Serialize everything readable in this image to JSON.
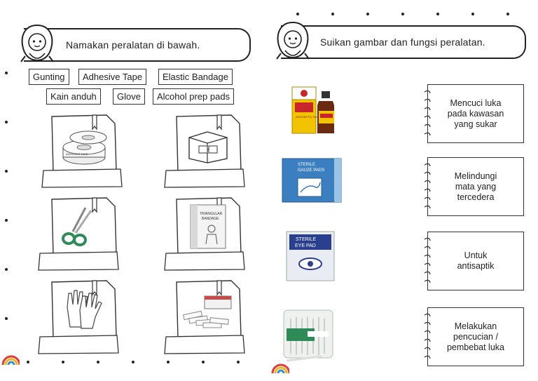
{
  "left": {
    "instruction": "Namakan peralatan di bawah.",
    "word_bank": [
      "Gunting",
      "Adhesive Tape",
      "Elastic Bandage",
      "Kain anduh",
      "Glove",
      "Alcohol prep pads"
    ],
    "frame_texts": {
      "tape_roll_label": "ADHESIVE TAPE",
      "bandage_pack_line1": "TRIANGULAR",
      "bandage_pack_line2": "BANDAGE"
    }
  },
  "right": {
    "instruction": "Suikan gambar dan fungsi peralatan.",
    "items": {
      "antiseptic_label": "ANTISEPTIC SOLUTION",
      "gauze_line1": "STERILE",
      "gauze_line2": "GAUZE PADS",
      "eyepad_line1": "STERILE",
      "eyepad_line2": "EYE PAD"
    },
    "functions": [
      [
        "Mencuci luka",
        "pada kawasan",
        "yang sukar"
      ],
      [
        "Melindungi",
        "mata yang",
        "tercedera"
      ],
      [
        "Untuk",
        "antisaptik"
      ],
      [
        "Melakukan",
        "pencucian /",
        "pembebat luka"
      ]
    ]
  },
  "colors": {
    "ink": "#222222",
    "gauze_blue": "#3b7fc0",
    "eyepad_navy": "#2b3f8f",
    "antiseptic_red": "#c8262b",
    "antiseptic_yellow": "#f2c400",
    "bottle_brown": "#6b2a10",
    "swab_green": "#2e8b57"
  }
}
